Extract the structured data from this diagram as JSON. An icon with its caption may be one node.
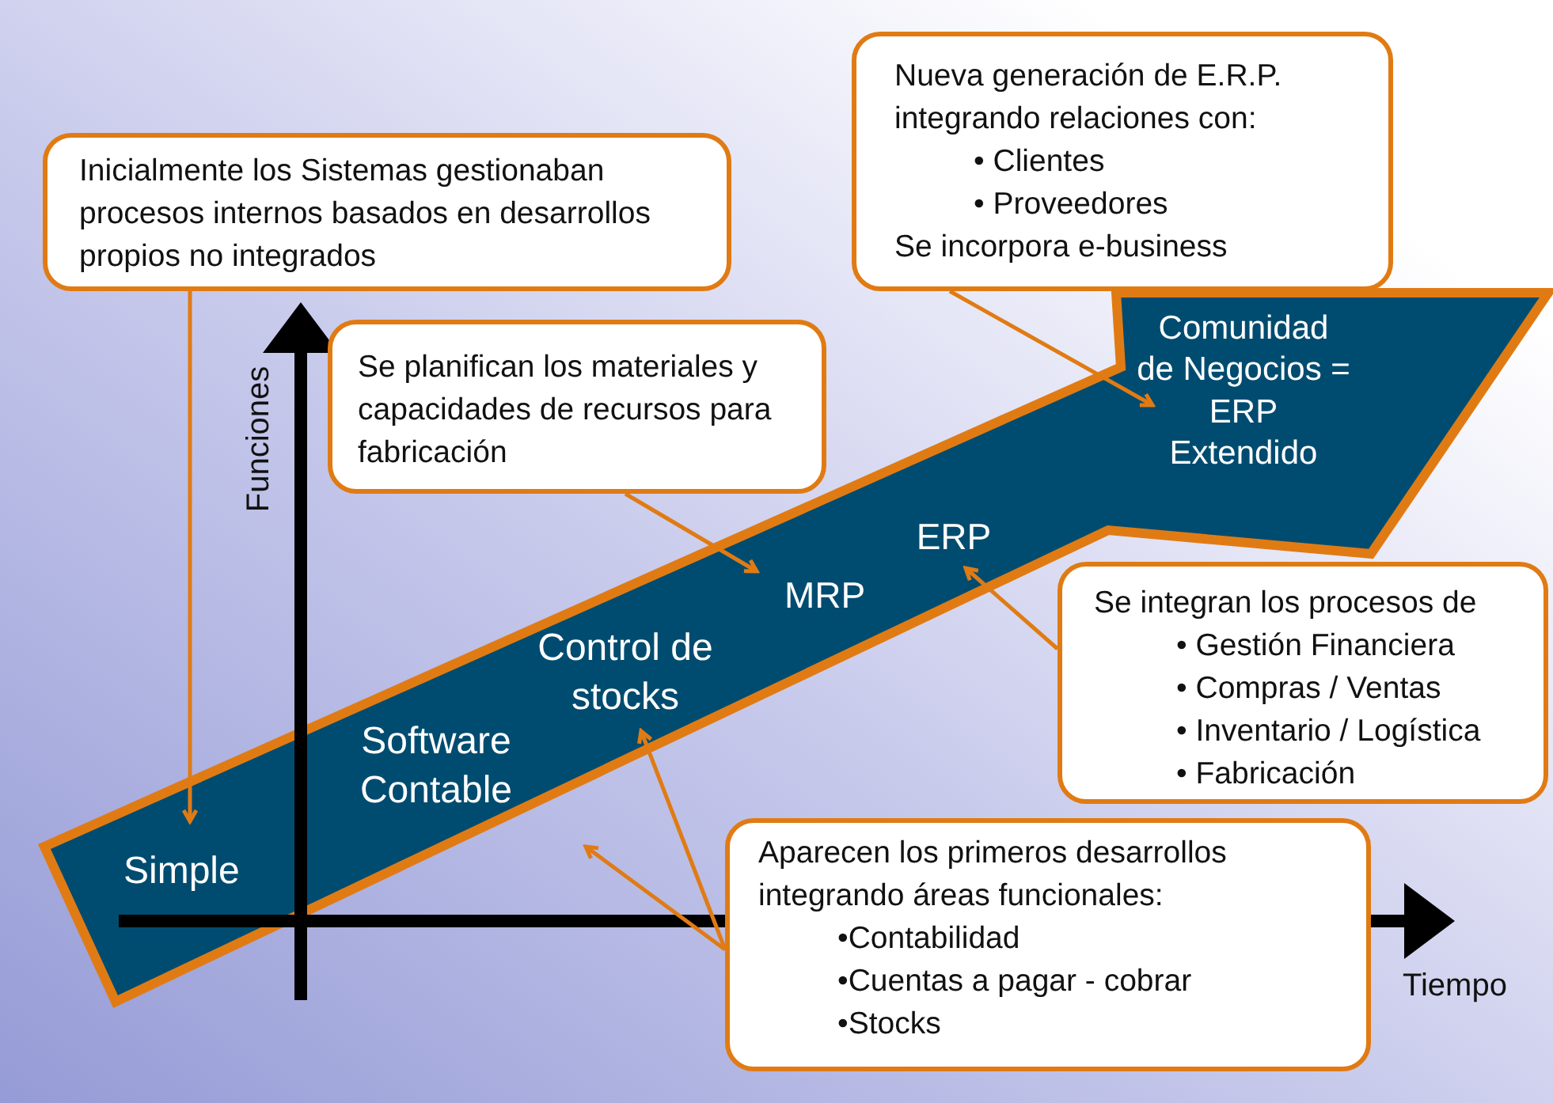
{
  "diagram": {
    "nodes": [
      {
        "text": [
          "Inicialmente los Sistemas gestionaban procesos internos basados en desarrollos propios no integrados"
        ]
      },
      {
        "text": [
          "Nueva generación de E.R.P. integrando relaciones con:",
          "• Clientes",
          "• Proveedores",
          "Se incorpora e-business"
        ]
      },
      {
        "text": [
          "Se planifican los materiales y capacidades de recursos para fabricación"
        ]
      },
      {
        "text": [],
        "shape": "arrow"
      },
      {
        "text": [
          "Simple"
        ],
        "in": 3
      },
      {
        "text": [
          "Software Contable"
        ],
        "in": 3
      },
      {
        "text": [
          "Control de stocks"
        ],
        "in": 3
      },
      {
        "text": [
          "MRP"
        ],
        "in": 3
      },
      {
        "text": [
          "ERP"
        ],
        "in": 3
      },
      {
        "text": [
          "Comunidad de Negocios = ERP Extendido"
        ],
        "in": 3
      },
      {
        "text": [
          "Se integran los procesos de",
          "• Gestión Financiera",
          "• Compras / Ventas",
          "• Inventario / Logística",
          "• Fabricación"
        ]
      },
      {
        "text": [
          "Aparecen los primeros desarrollos integrando áreas funcionales:",
          "•Contabilidad",
          "•Cuentas a pagar - cobrar",
          "•Stocks"
        ]
      }
    ],
    "edges": [
      {
        "from": 0,
        "to": 4,
        "arrow": "to"
      },
      {
        "from": 2,
        "to": 7,
        "arrow": "to"
      },
      {
        "from": 1,
        "to": 9,
        "arrow": "to"
      },
      {
        "from": 10,
        "to": 8,
        "arrow": "to"
      },
      {
        "from": 11,
        "to": 6,
        "arrow": "to"
      },
      {
        "from": 11,
        "to": null,
        "arrow": "to"
      }
    ],
    "labels": [
      "Funciones",
      "Tiempo"
    ]
  }
}
